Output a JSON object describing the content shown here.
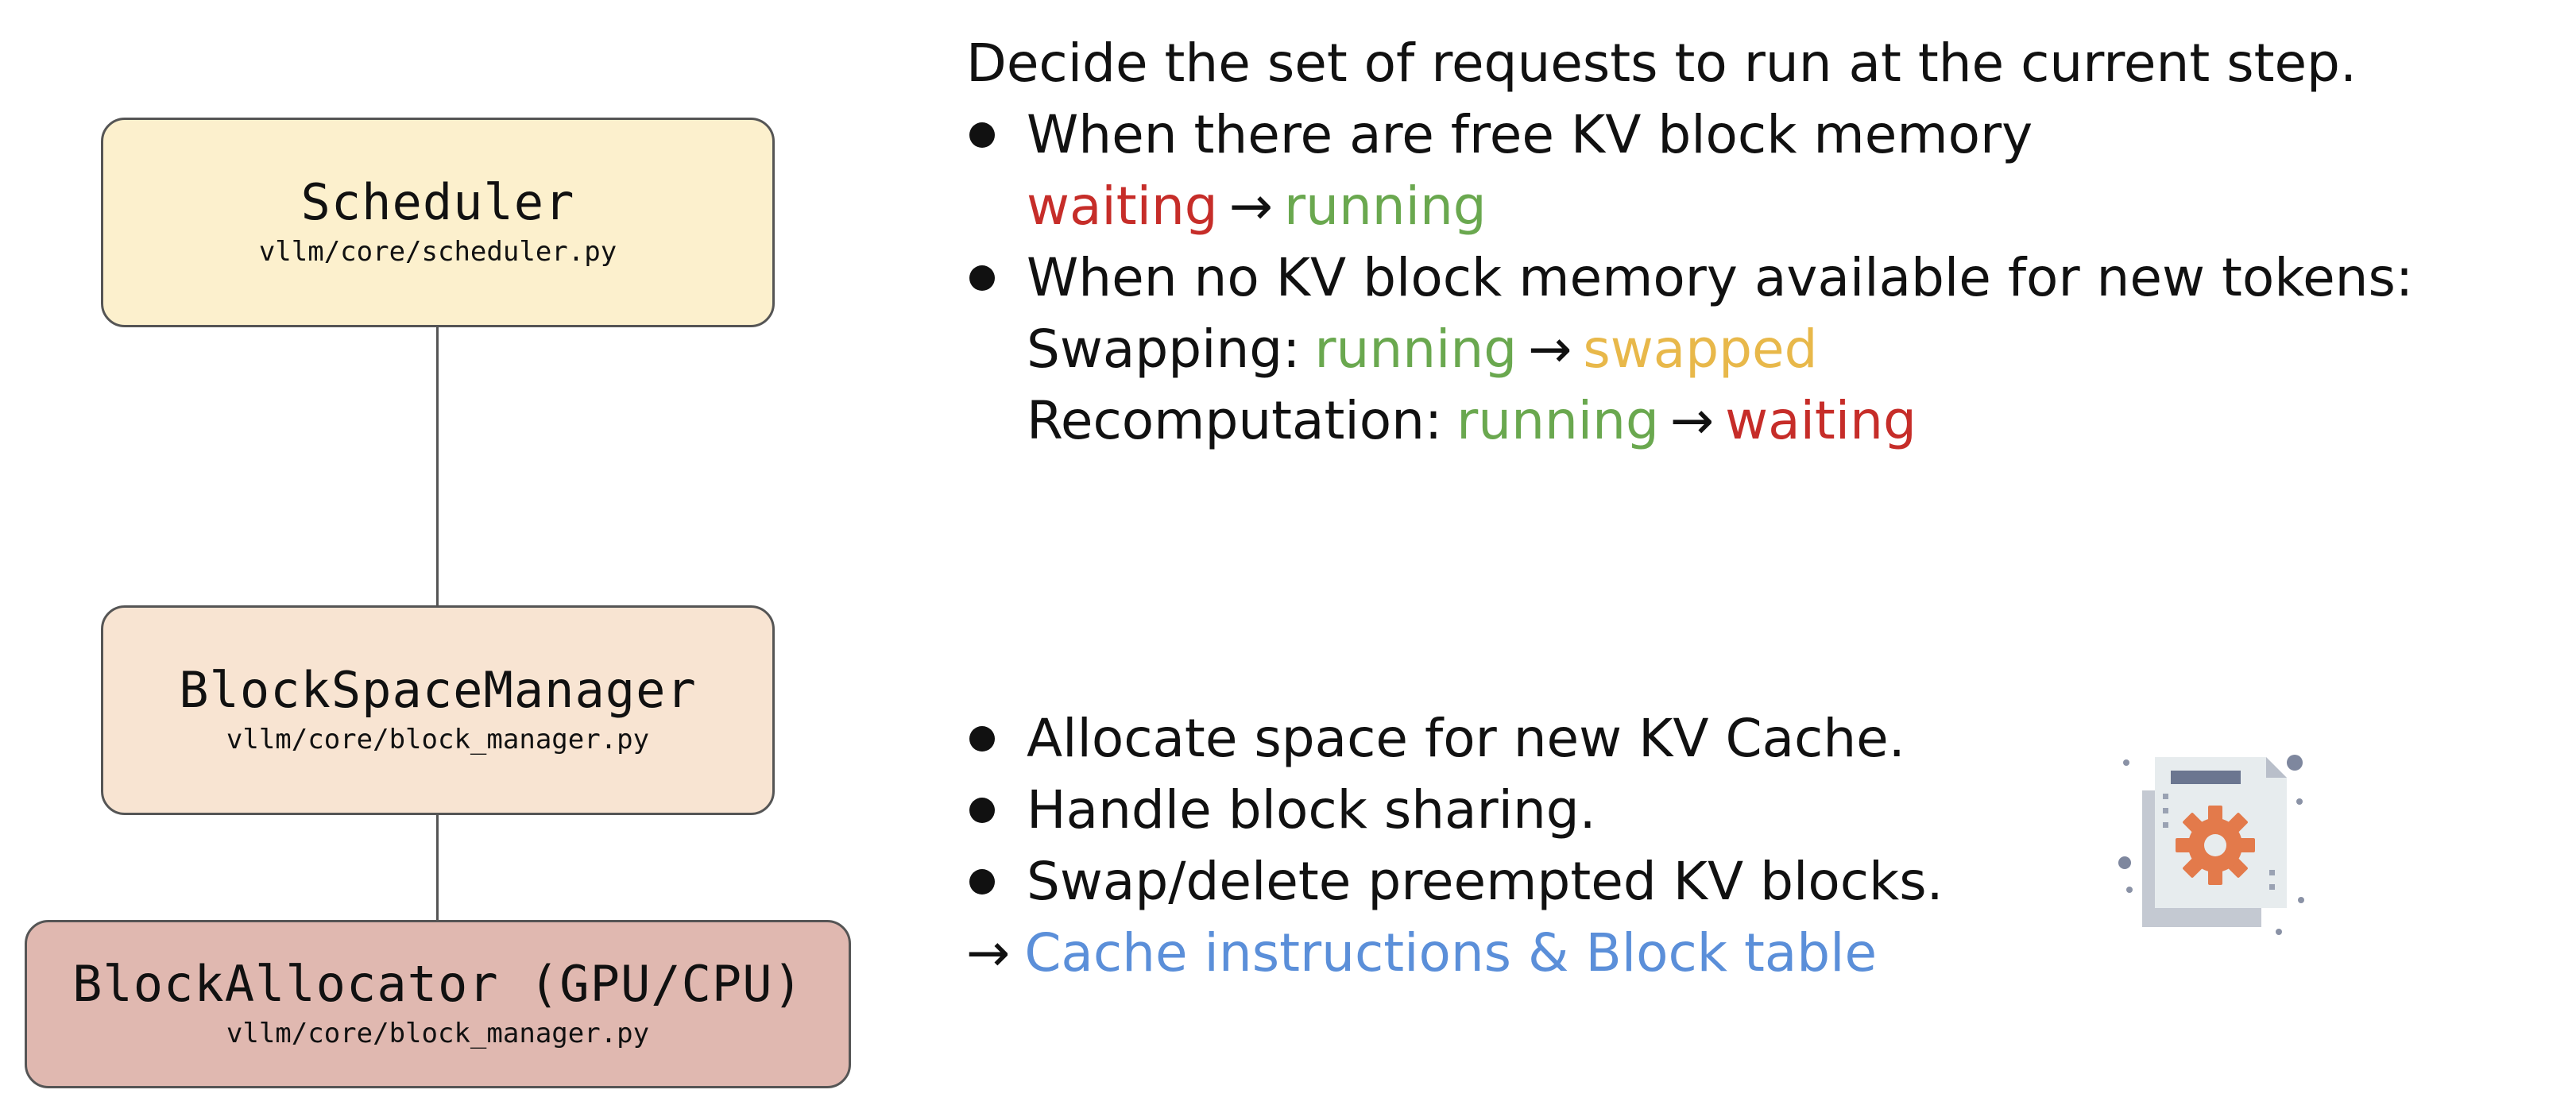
{
  "colors": {
    "waiting": "#c62d29",
    "running": "#6aa84f",
    "swapped": "#e8b84a",
    "link": "#5b8fd9",
    "scheduler_fill": "#fcf0cd",
    "block_space_manager_fill": "#f8e4d2",
    "block_allocator_fill": "#e0b8b0"
  },
  "components": {
    "scheduler": {
      "name": "Scheduler",
      "path": "vllm/core/scheduler.py"
    },
    "block_space_manager": {
      "name": "BlockSpaceManager",
      "path": "vllm/core/block_manager.py"
    },
    "block_allocator": {
      "name": "BlockAllocator (GPU/CPU)",
      "path": "vllm/core/block_manager.py"
    }
  },
  "scheduler_notes": {
    "intro": "Decide the set of requests to run at the current step.",
    "bullet1": {
      "text": "When there are free KV block memory",
      "from_state": "waiting",
      "arrow": "→",
      "to_state": "running"
    },
    "bullet2": {
      "text": "When no KV block memory available for new tokens:",
      "swapping": {
        "label": "Swapping:",
        "from_state": "running",
        "arrow": "→",
        "to_state": "swapped"
      },
      "recomputation": {
        "label": "Recomputation:",
        "from_state": "running",
        "arrow": "→",
        "to_state": "waiting"
      }
    }
  },
  "block_manager_notes": {
    "bullets": [
      "Allocate space for new KV Cache.",
      "Handle block sharing.",
      "Swap/delete preempted KV blocks."
    ],
    "output": {
      "arrow": "→",
      "text": "Cache instructions & Block table"
    }
  },
  "icon": {
    "name": "settings-document-icon"
  }
}
